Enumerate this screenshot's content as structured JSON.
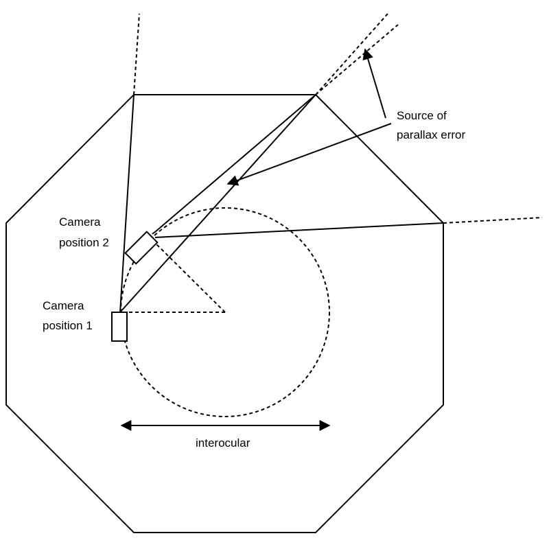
{
  "labels": {
    "camera_position_2": [
      "Camera",
      "position 2"
    ],
    "camera_position_1": [
      "Camera",
      "position 1"
    ],
    "source": [
      "Source of",
      "parallax error"
    ],
    "interocular": "interocular"
  },
  "colors": {
    "stroke": "#000000",
    "background": "#ffffff"
  }
}
